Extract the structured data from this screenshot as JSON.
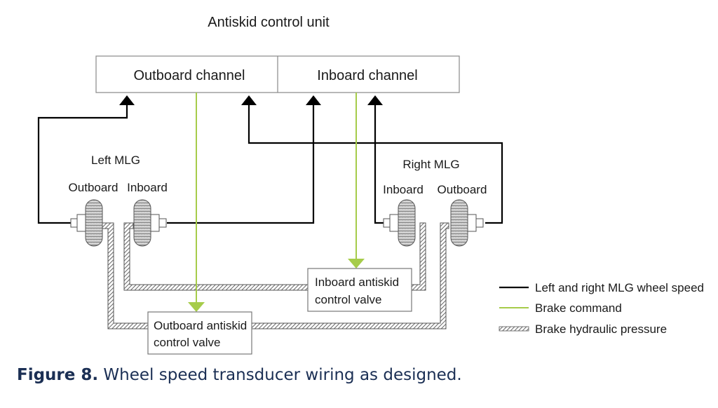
{
  "diagram": {
    "title": "Antiskid control unit",
    "channels": [
      {
        "label": "Outboard channel"
      },
      {
        "label": "Inboard channel"
      }
    ],
    "left_mlg": {
      "label": "Left MLG",
      "wheels": [
        "Outboard",
        "Inboard"
      ]
    },
    "right_mlg": {
      "label": "Right MLG",
      "wheels": [
        "Inboard",
        "Outboard"
      ]
    },
    "valves": {
      "inboard": [
        "Inboard antiskid",
        "control valve"
      ],
      "outboard": [
        "Outboard antiskid",
        "control valve"
      ]
    },
    "legend": [
      {
        "label": "Left and right MLG wheel speed",
        "kind": "wheel-speed",
        "color": "#000000"
      },
      {
        "label": "Brake command",
        "kind": "brake-command",
        "color": "#a6cc4a"
      },
      {
        "label": "Brake hydraulic pressure",
        "kind": "hydraulic",
        "color": "#777777"
      }
    ]
  },
  "caption": {
    "label": "Figure 8.",
    "text": " Wheel speed transducer wiring as designed."
  }
}
